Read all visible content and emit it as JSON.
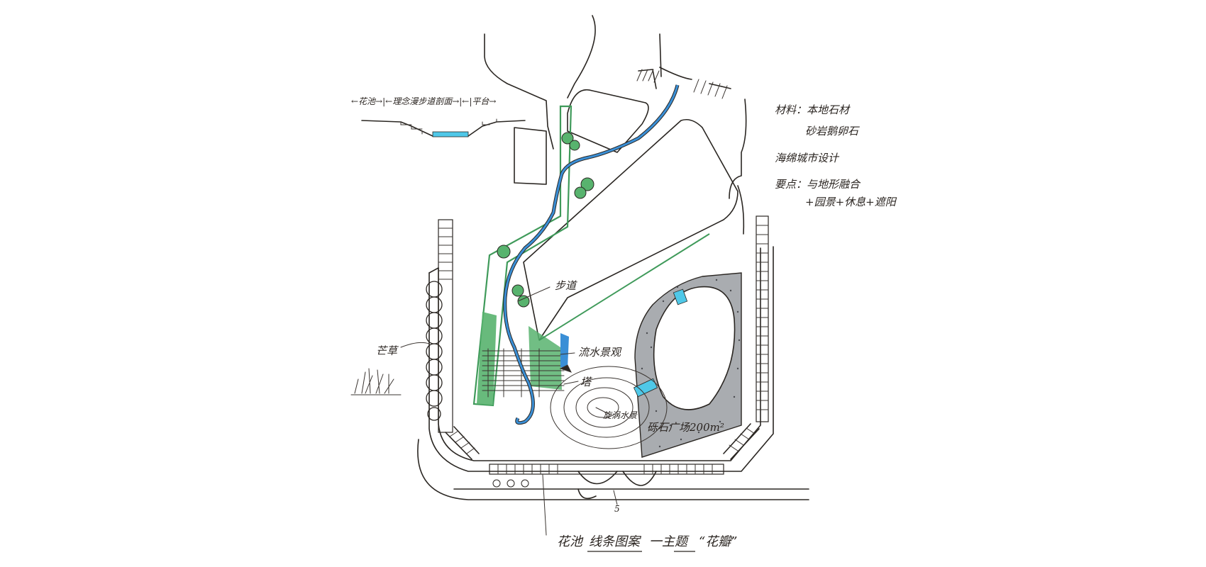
{
  "colors": {
    "ink": "#2a2622",
    "water": "#3a8fd6",
    "water_light": "#4fc8e8",
    "green": "#3f9a5a",
    "green_fill": "#58b36e",
    "stone_gray": "#a9acb0",
    "stone_dark": "#7d8085"
  },
  "section_label": "←花池→|←理念漫步道剖面→|←|平台→",
  "notes": {
    "materials_line1": "材料：本地石材",
    "materials_line2": "砂岩鹅卵石",
    "line2": "海绵城市设计",
    "line3a": "要点：与地形融合",
    "line3b": "+园景+休息+遮阳"
  },
  "labels": {
    "path": "步道",
    "lawn": "芒草",
    "water_feature": "流水景观",
    "tower": "塔",
    "spiral": "旋涡水景",
    "stone_plaza": "砾石广场200m²",
    "marker_5": "5"
  },
  "bottom_caption": {
    "part1": "花池",
    "part2": "线条图案",
    "part3": "一主题",
    "part4": "“花瓣”"
  }
}
